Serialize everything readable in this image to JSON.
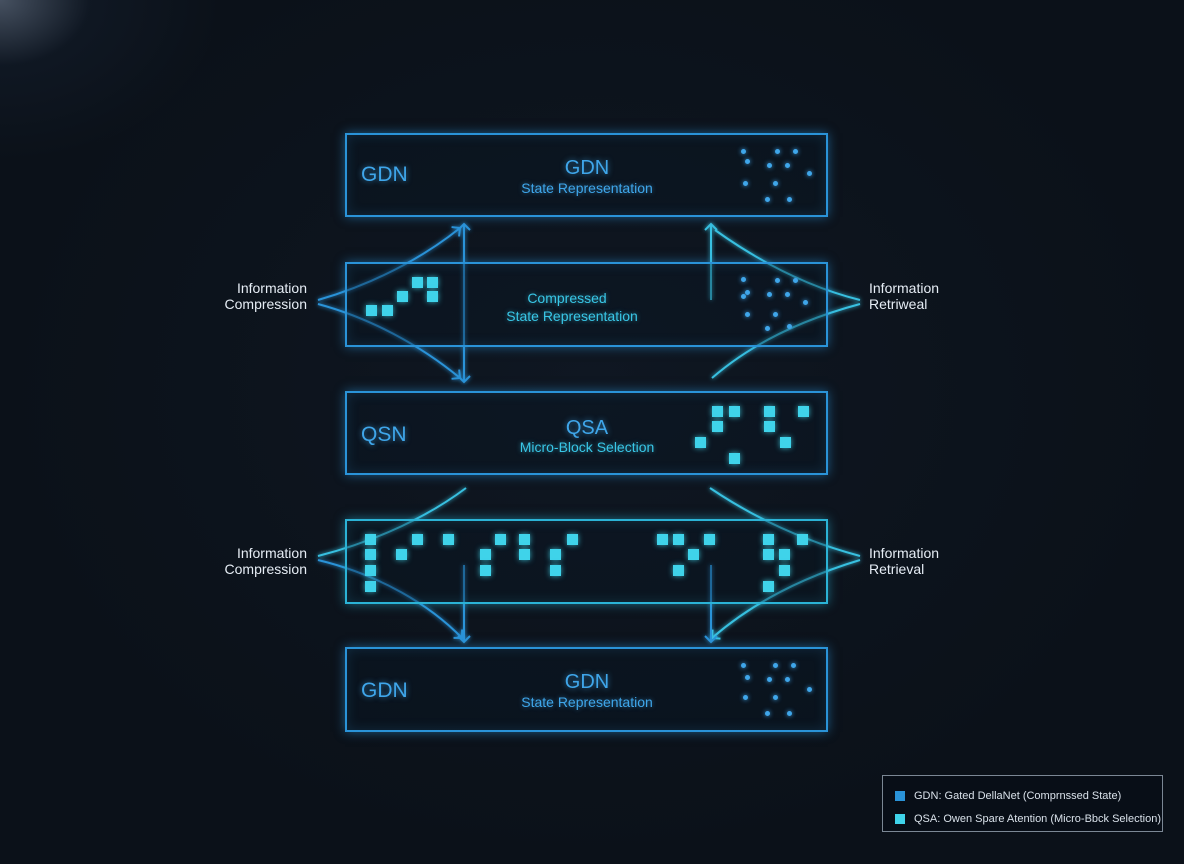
{
  "panels": {
    "gdn_top": {
      "left_label": "GDN",
      "title": "GDN",
      "subtitle": "State Representation"
    },
    "compressed": {
      "line1": "Compressed",
      "line2": "State Representation"
    },
    "qsa": {
      "left_label": "QSN",
      "title": "QSA",
      "subtitle": "Micro-Block Selection"
    },
    "gdn_bottom": {
      "left_label": "GDN",
      "title": "GDN",
      "subtitle": "State Representation"
    }
  },
  "side_labels": {
    "upper_left": {
      "line1": "Information",
      "line2": "Compression"
    },
    "upper_right": {
      "line1": "Information",
      "line2": "Retriweal"
    },
    "lower_left": {
      "line1": "Information",
      "line2": "Compression"
    },
    "lower_right": {
      "line1": "Information",
      "line2": "Retrieval"
    }
  },
  "legend": {
    "items": [
      {
        "text": "GDN: Gated DellaNet (Comprnssed State)",
        "color": "#2a93d8"
      },
      {
        "text": "QSA: Owen Spare Atention (Micro-Bbck Selection)",
        "color": "#3fd3ea"
      }
    ]
  },
  "colors": {
    "blue": "#2a93d8",
    "teal": "#3fd3ea",
    "background": "#0b1119"
  }
}
